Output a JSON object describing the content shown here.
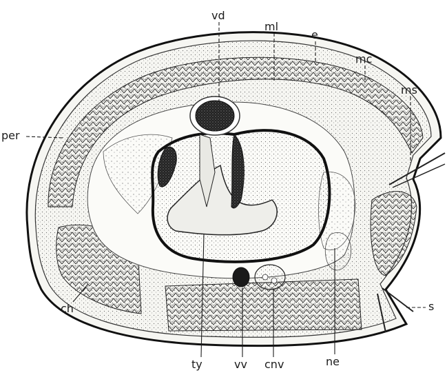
{
  "figure": {
    "subject": "Histological cross-section drawing (earthworm-like body section) with labelled structures",
    "labels": {
      "vd": "vd",
      "ml": "ml",
      "e": "e",
      "mc": "mc",
      "ms": "ms",
      "per": "per",
      "ch": "ch",
      "s": "s",
      "ty": "ty",
      "vv": "vv",
      "cnv": "cnv",
      "ne": "ne"
    }
  }
}
